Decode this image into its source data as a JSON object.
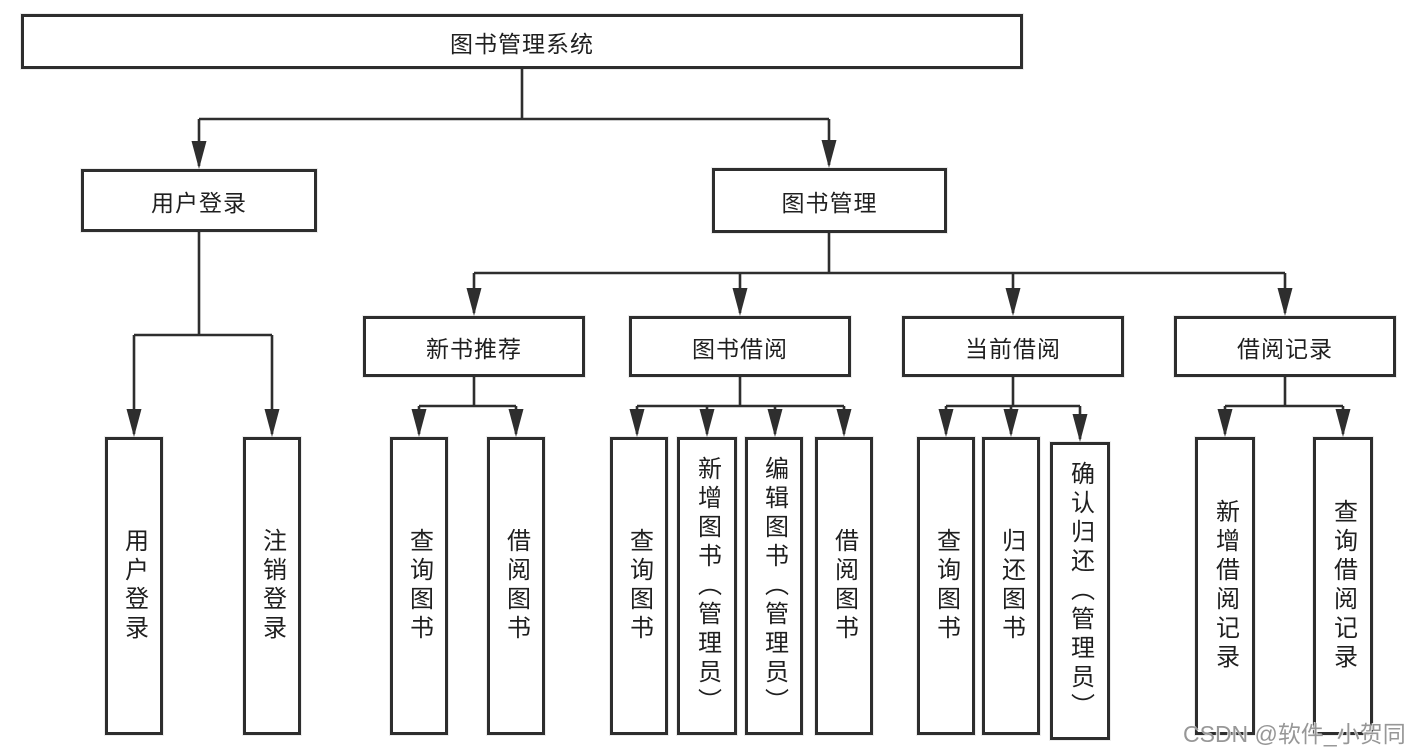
{
  "diagram": {
    "root": {
      "label": "图书管理系统"
    },
    "branches": [
      {
        "label": "用户登录",
        "children": [
          {
            "label": "用户登录"
          },
          {
            "label": "注销登录"
          }
        ]
      },
      {
        "label": "图书管理",
        "children": [
          {
            "label": "新书推荐",
            "children": [
              {
                "label": "查询图书"
              },
              {
                "label": "借阅图书"
              }
            ]
          },
          {
            "label": "图书借阅",
            "children": [
              {
                "label": "查询图书"
              },
              {
                "label": "新增图书（管理员）"
              },
              {
                "label": "编辑图书（管理员）"
              },
              {
                "label": "借阅图书"
              }
            ]
          },
          {
            "label": "当前借阅",
            "children": [
              {
                "label": "查询图书"
              },
              {
                "label": "归还图书"
              },
              {
                "label": "确认归还（管理员）"
              }
            ]
          },
          {
            "label": "借阅记录",
            "children": [
              {
                "label": "新增借阅记录"
              },
              {
                "label": "查询借阅记录"
              }
            ]
          }
        ]
      }
    ]
  },
  "watermark": {
    "text": "CSDN @软件_小贺同学"
  },
  "style": {
    "line_color": "#2e2e2e",
    "box_background": "#ffffff",
    "text_color": "#1f1f1f",
    "watermark_color": "#979797"
  }
}
